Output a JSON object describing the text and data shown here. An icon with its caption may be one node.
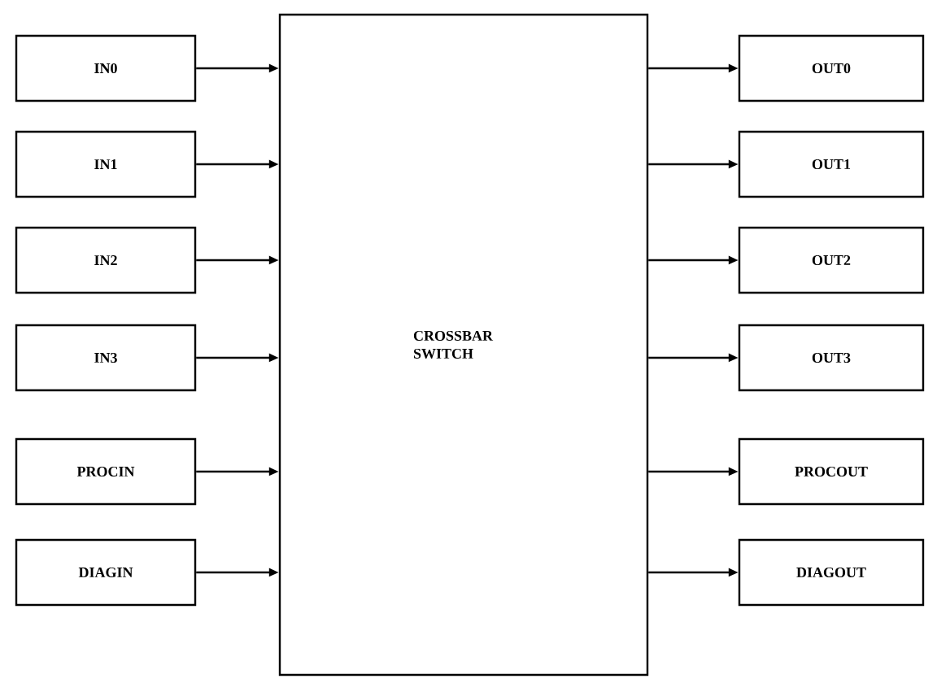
{
  "diagram": {
    "nodes": [
      {
        "text": [
          "IN0"
        ]
      },
      {
        "text": [
          "IN1"
        ]
      },
      {
        "text": [
          "IN2"
        ]
      },
      {
        "text": [
          "IN3"
        ]
      },
      {
        "text": [
          "PROCIN"
        ]
      },
      {
        "text": [
          "DIAGIN"
        ]
      },
      {
        "text": [
          "CROSSBAR SWITCH"
        ]
      },
      {
        "text": [
          "OUT0"
        ]
      },
      {
        "text": [
          "OUT1"
        ]
      },
      {
        "text": [
          "OUT2"
        ]
      },
      {
        "text": [
          "OUT3"
        ]
      },
      {
        "text": [
          "PROCOUT"
        ]
      },
      {
        "text": [
          "DIAGOUT"
        ]
      }
    ],
    "edges": [
      {
        "from": 0,
        "to": 6,
        "arrow": "to"
      },
      {
        "from": 1,
        "to": 6,
        "arrow": "to"
      },
      {
        "from": 2,
        "to": 6,
        "arrow": "to"
      },
      {
        "from": 3,
        "to": 6,
        "arrow": "to"
      },
      {
        "from": 4,
        "to": 6,
        "arrow": "to"
      },
      {
        "from": 5,
        "to": 6,
        "arrow": "to"
      },
      {
        "from": 6,
        "to": 7,
        "arrow": "to"
      },
      {
        "from": 6,
        "to": 8,
        "arrow": "to"
      },
      {
        "from": 6,
        "to": 9,
        "arrow": "to"
      },
      {
        "from": 6,
        "to": 10,
        "arrow": "to"
      },
      {
        "from": 6,
        "to": 11,
        "arrow": "to"
      },
      {
        "from": 6,
        "to": 12,
        "arrow": "to"
      }
    ]
  }
}
